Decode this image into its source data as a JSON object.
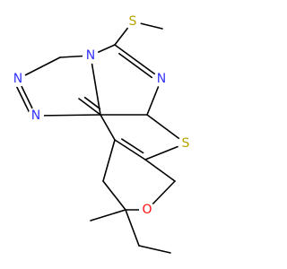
{
  "colors": {
    "bond": "#000000",
    "nitrogen": "#3333ff",
    "sulfur": "#b8a200",
    "oxygen": "#ff0d0d",
    "background": "#ffffff"
  },
  "atom_labels": {
    "s_methylthio": "S",
    "n_ring_fused": "N",
    "n_ring_c6": "N",
    "n_triazole_a": "N",
    "n_triazole_b": "N",
    "s_thiophene": "S",
    "o_pyran": "O"
  }
}
